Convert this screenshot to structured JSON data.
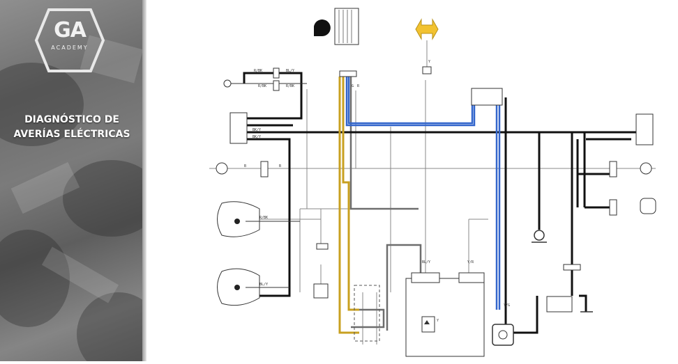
{
  "sidebar": {
    "logo_text": "GA",
    "logo_subtext": "ACADEMY",
    "title_line1": "DIAGNÓSTICO DE",
    "title_line2": "AVERÍAS ELÉCTRICAS"
  },
  "colors": {
    "wire_black": "#111111",
    "wire_gray": "#6d6d6d",
    "wire_blue": "#3366cc",
    "wire_yellow": "#c8a020",
    "accent_connector": "#f2c230"
  },
  "diagram": {
    "labels": {
      "rbk_1": "R/BK",
      "rbk_2": "R/BK",
      "rbk_3": "R/BK",
      "rbk_4": "R/BK",
      "bl_y_1": "BL/Y",
      "bl_y_2": "BL/Y",
      "bl_y_3": "BL/Y",
      "bk_y_1": "BK/Y",
      "bk_y_2": "BK/Y",
      "y_1": "Y",
      "y_2": "Y",
      "y_r": "Y/R",
      "y_g": "Y/G",
      "g": "G",
      "r": "R",
      "b_1": "B",
      "b_2": "B"
    }
  }
}
